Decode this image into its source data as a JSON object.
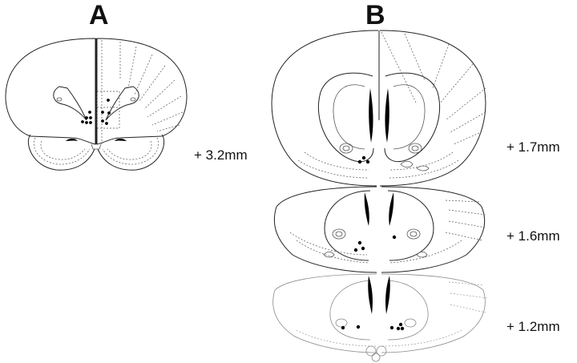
{
  "panels": {
    "a": {
      "letter": "A",
      "coordinate": "+ 3.2mm"
    },
    "b": {
      "letter": "B",
      "sections": [
        {
          "coordinate": "+ 1.7mm"
        },
        {
          "coordinate": "+ 1.6mm"
        },
        {
          "coordinate": "+ 1.2mm"
        }
      ]
    }
  },
  "colors": {
    "outline": "#222222",
    "dot": "#000000",
    "background": "#ffffff"
  }
}
